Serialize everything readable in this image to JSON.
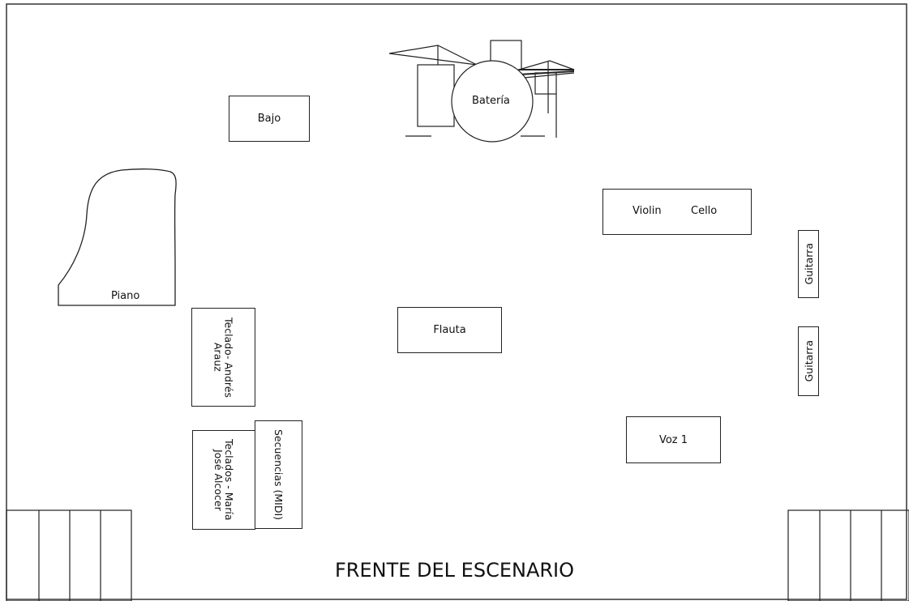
{
  "diagram": {
    "stage_front_label": "FRENTE DEL ESCENARIO",
    "instruments": {
      "bajo": "Bajo",
      "bateria": "Batería",
      "piano": "Piano",
      "violin": "Violin",
      "cello": "Cello",
      "guitarra_1": "Guitarra",
      "guitarra_2": "Guitarra",
      "flauta": "Flauta",
      "teclado_andres": "Teclado- Andrés Arauz",
      "teclados_maria": "Teclados - María José Alcocer",
      "secuencias": "Secuencias (MIDI)",
      "voz_1": "Voz 1"
    }
  }
}
